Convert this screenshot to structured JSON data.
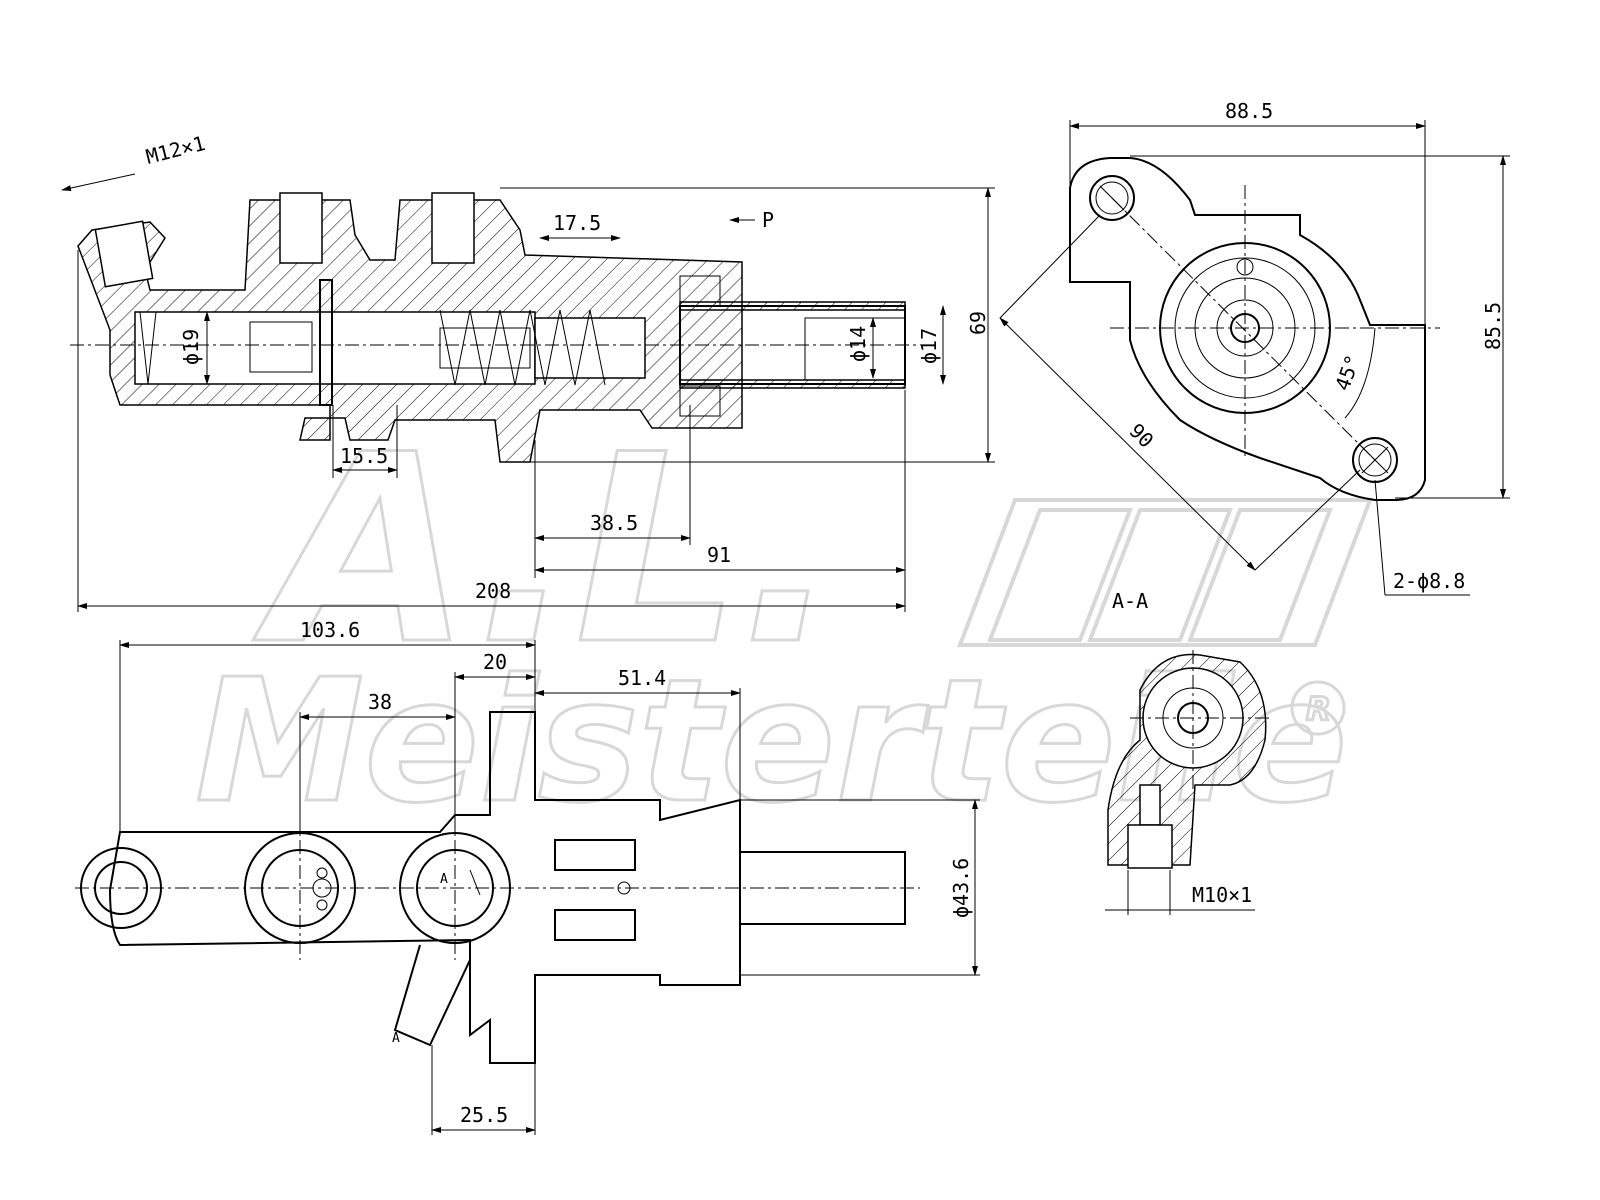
{
  "watermark": {
    "brand": "A.L.",
    "name": "Meisterteile",
    "registered": "R"
  },
  "dimensions": {
    "thread_top": "M12×1",
    "d19": "ϕ19",
    "d14": "ϕ14",
    "d17": "ϕ17",
    "h69": "69",
    "w17_5": "17.5",
    "p_arrow": "P",
    "w15_5": "15.5",
    "w38_5": "38.5",
    "w91": "91",
    "w208": "208",
    "w88_5": "88.5",
    "h85_5": "85.5",
    "d90": "90",
    "angle45": "45°",
    "holes": "2-ϕ8.8",
    "section": "A-A",
    "w103_6": "103.6",
    "w20": "20",
    "w38": "38",
    "w51_4": "51.4",
    "d43_6": "ϕ43.6",
    "w25_5": "25.5",
    "thread_side": "M10×1",
    "marker_a": "A",
    "marker_a2": "A"
  }
}
